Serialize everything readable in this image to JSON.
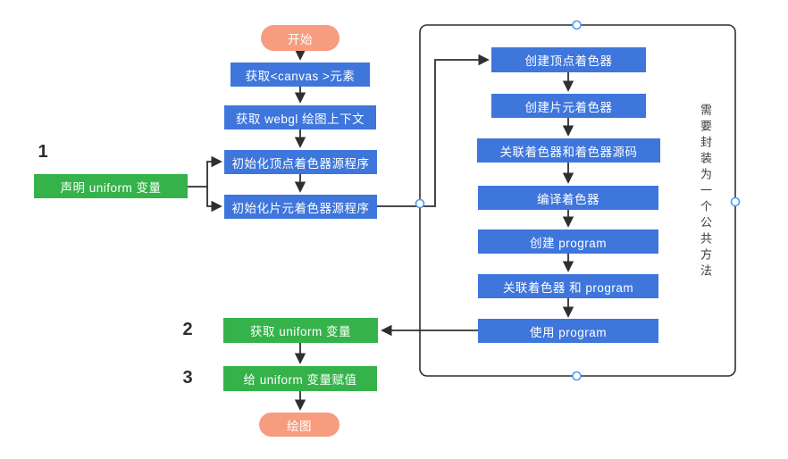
{
  "colors": {
    "node_blue": "#3E76DB",
    "node_green": "#35B24A",
    "node_salmon": "#F89C80",
    "connector_line": "#2F2F2F",
    "handle_blue": "#4C9AFF"
  },
  "nodes": {
    "start": "开始",
    "get_canvas": "获取<canvas >元素",
    "get_context": "获取 webgl 绘图上下文",
    "init_vertex_source": "初始化顶点着色器源程序",
    "init_fragment_source": "初始化片元着色器源程序",
    "declare_uniform": "声明 uniform 变量",
    "create_vertex_shader": "创建顶点着色器",
    "create_fragment_shader": "创建片元着色器",
    "attach_shader_source": "关联着色器和着色器源码",
    "compile_shader": "编译着色器",
    "create_program": "创建 program",
    "attach_shader_program": "关联着色器 和 program",
    "use_program": "使用 program",
    "get_uniform": "获取 uniform 变量",
    "set_uniform": "给 uniform 变量赋值",
    "draw": "绘图"
  },
  "step_labels": {
    "one": "1",
    "two": "2",
    "three": "3"
  },
  "annotation": {
    "vertical_note": "需要封装为一个公共方法"
  }
}
